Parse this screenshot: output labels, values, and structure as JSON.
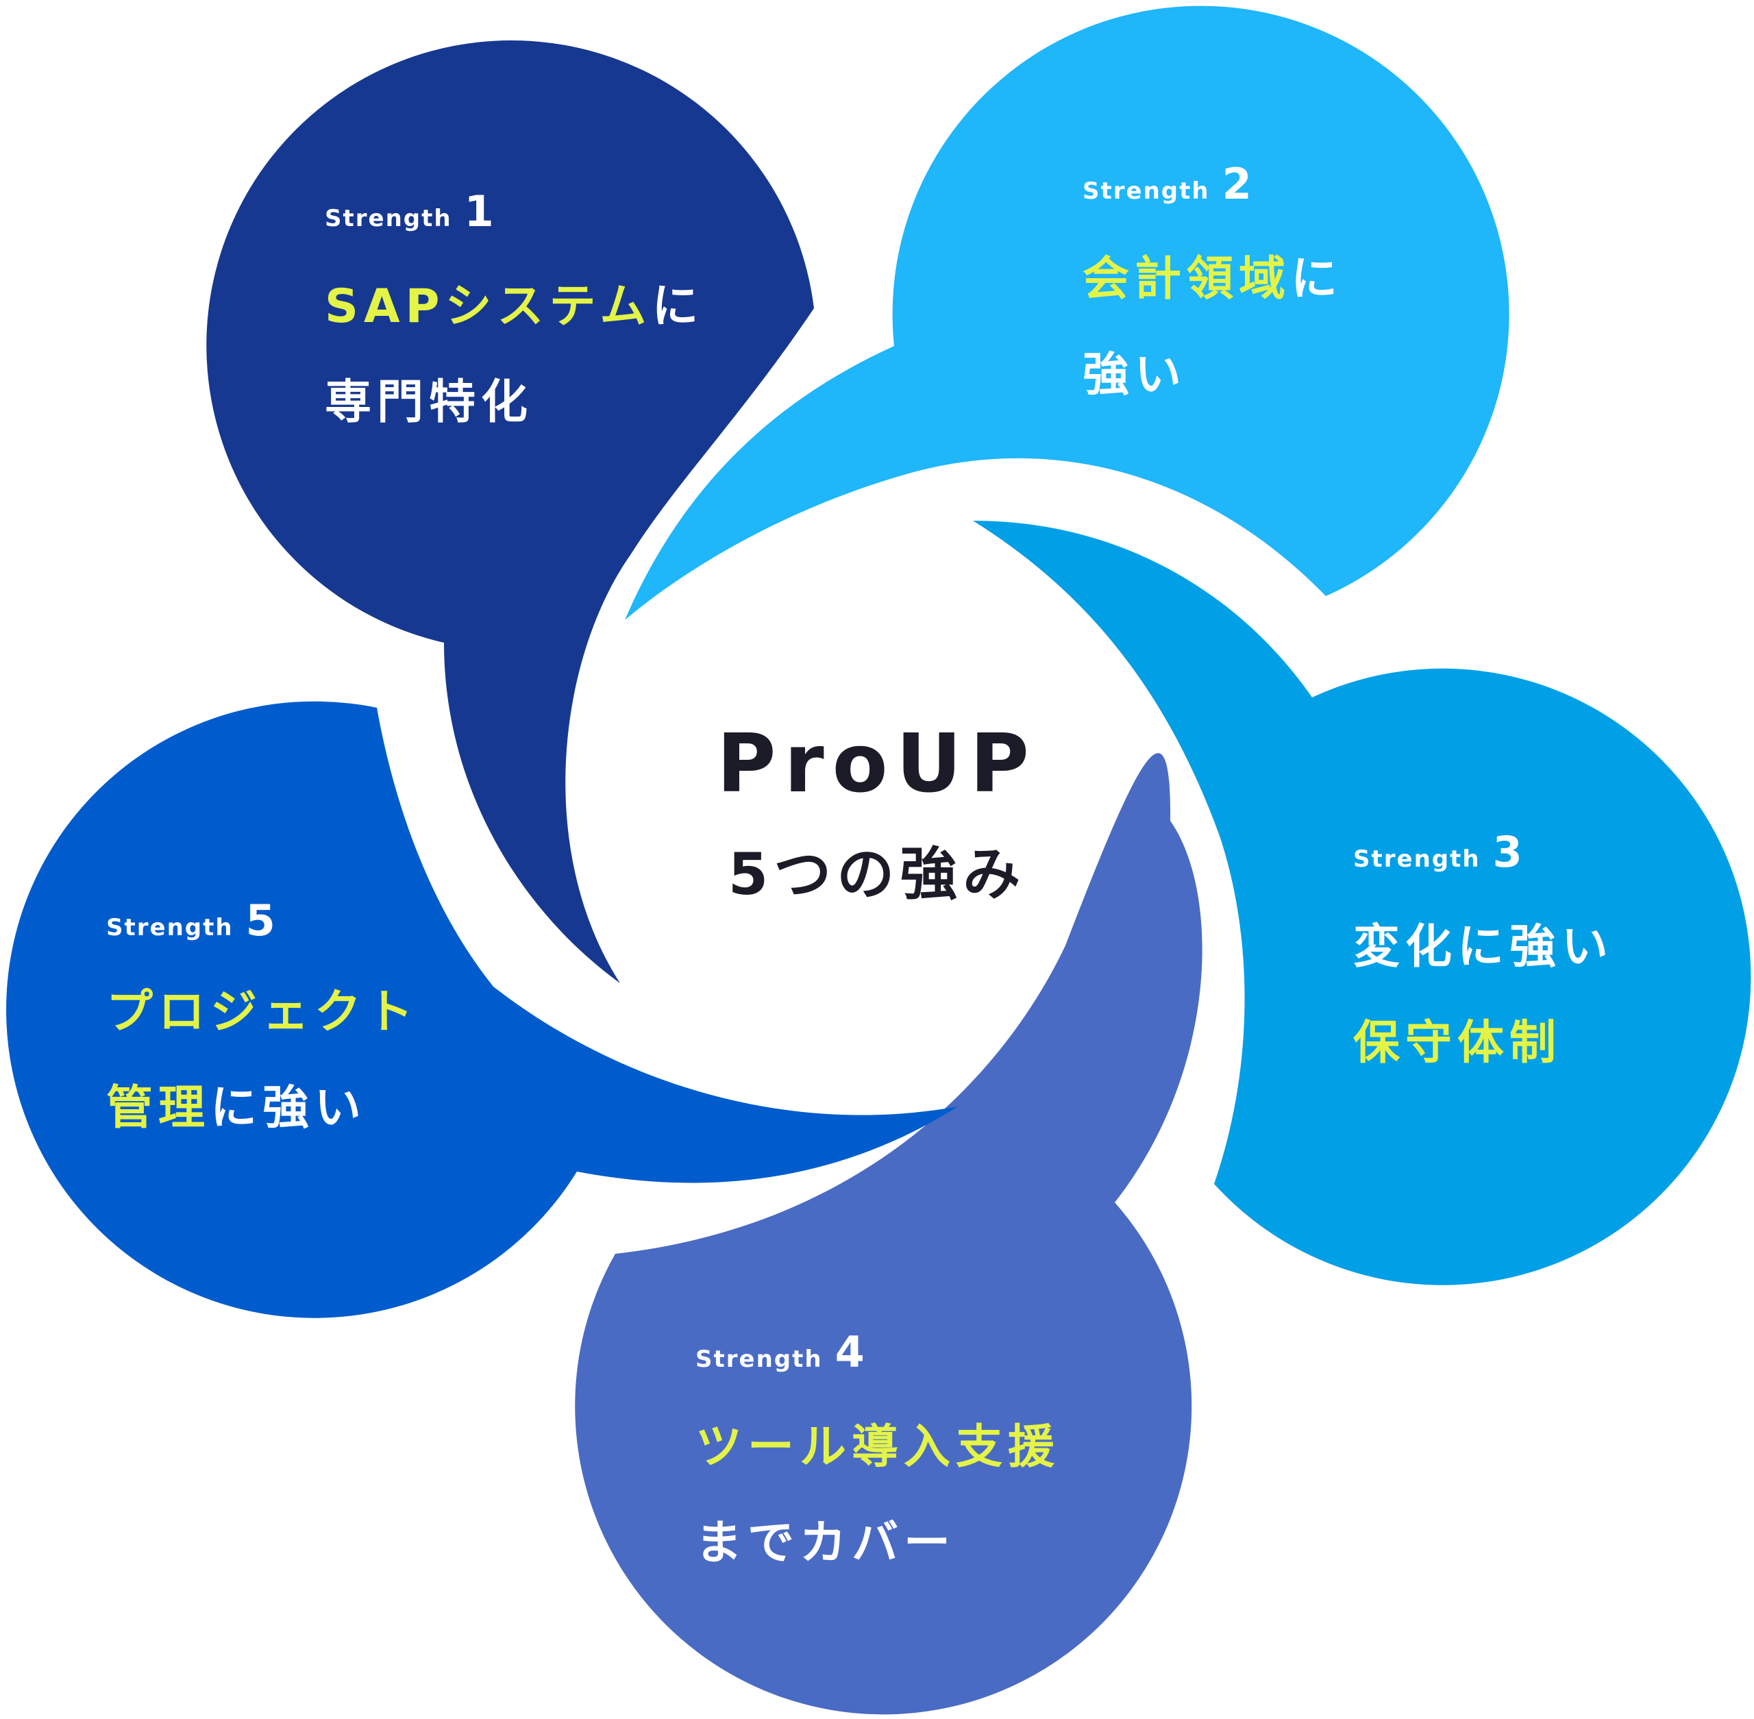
{
  "colors": {
    "strength1": "#173890",
    "strength2": "#1fb6fa",
    "strength3": "#009fe6",
    "strength4": "#4a6bc4",
    "strength5": "#005ccc",
    "text_white": "#ffffff",
    "text_highlight": "#e4f447",
    "center_text": "#1c1c28"
  },
  "center": {
    "title": "ProUP",
    "subtitle": "5つの強み"
  },
  "strengths": [
    {
      "label": "Strength",
      "number": "1",
      "line1": [
        {
          "text": "SAPシステム",
          "highlight": true
        },
        {
          "text": "に",
          "highlight": false
        }
      ],
      "line2": [
        {
          "text": "専門特化",
          "highlight": false
        }
      ]
    },
    {
      "label": "Strength",
      "number": "2",
      "line1": [
        {
          "text": "会計領域",
          "highlight": true
        },
        {
          "text": "に",
          "highlight": false
        }
      ],
      "line2": [
        {
          "text": "強い",
          "highlight": false
        }
      ]
    },
    {
      "label": "Strength",
      "number": "3",
      "line1": [
        {
          "text": "変化に強い",
          "highlight": false
        }
      ],
      "line2": [
        {
          "text": "保守体制",
          "highlight": true
        }
      ]
    },
    {
      "label": "Strength",
      "number": "4",
      "line1": [
        {
          "text": "ツール導入支援",
          "highlight": true
        }
      ],
      "line2": [
        {
          "text": "までカバー",
          "highlight": false
        }
      ]
    },
    {
      "label": "Strength",
      "number": "5",
      "line1": [
        {
          "text": "プロジェクト",
          "highlight": true
        }
      ],
      "line2": [
        {
          "text": "管理",
          "highlight": true
        },
        {
          "text": "に強い",
          "highlight": false
        }
      ]
    }
  ]
}
